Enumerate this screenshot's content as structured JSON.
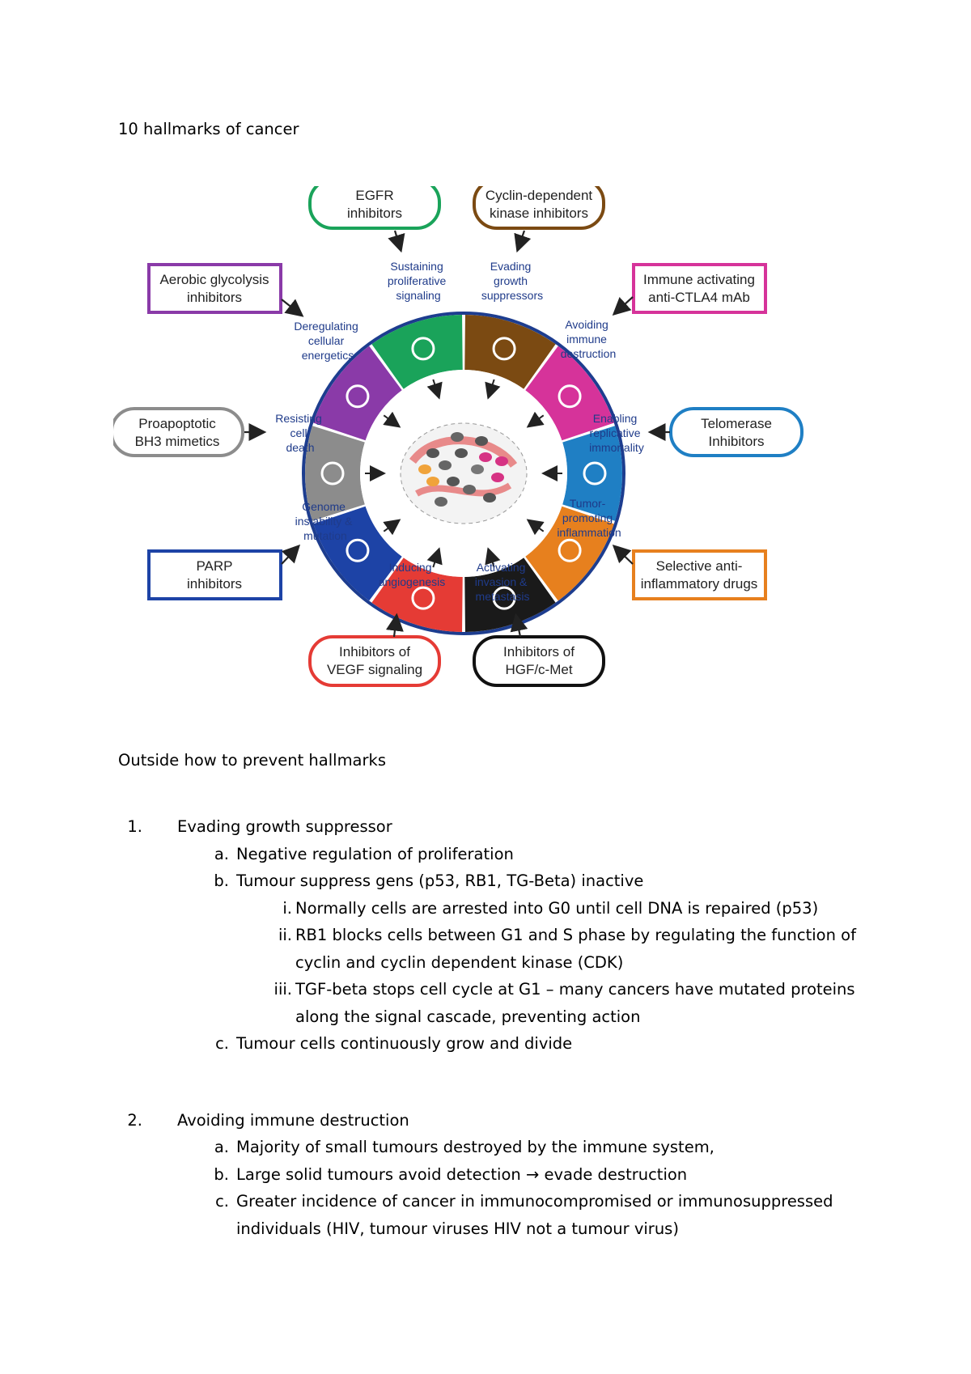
{
  "document": {
    "title": "10 hallmarks of cancer",
    "subtitle": "Outside how to prevent hallmarks"
  },
  "diagram": {
    "hallmark_labels": {
      "sustaining": [
        "Sustaining",
        "proliferative",
        "signaling"
      ],
      "evading": [
        "Evading",
        "growth",
        "suppressors"
      ],
      "avoiding": [
        "Avoiding",
        "immune",
        "destruction"
      ],
      "replicative": [
        "Enabling",
        "replicative",
        "immortality"
      ],
      "inflammation": [
        "Tumor-",
        "promoting",
        "inflammation"
      ],
      "invasion": [
        "Activating",
        "invasion &",
        "metastasis"
      ],
      "angiogenesis": [
        "Inducing",
        "angiogenesis"
      ],
      "genome": [
        "Genome",
        "instability &",
        "mutation"
      ],
      "resisting": [
        "Resisting",
        "cell",
        "death"
      ],
      "energetics": [
        "Deregulating",
        "cellular",
        "energetics"
      ]
    },
    "therapy_boxes": {
      "egfr": [
        "EGFR",
        "inhibitors"
      ],
      "cdk": [
        "Cyclin-dependent",
        "kinase inhibitors"
      ],
      "immune": [
        "Immune activating",
        "anti-CTLA4 mAb"
      ],
      "telomerase": [
        "Telomerase",
        "Inhibitors"
      ],
      "anti_inflammatory": [
        "Selective anti-",
        "inflammatory drugs"
      ],
      "hgf": [
        "Inhibitors of",
        "HGF/c-Met"
      ],
      "vegf": [
        "Inhibitors of",
        "VEGF signaling"
      ],
      "parp": [
        "PARP",
        "inhibitors"
      ],
      "bh3": [
        "Proapoptotic",
        "BH3 mimetics"
      ],
      "glycolysis": [
        "Aerobic glycolysis",
        "inhibitors"
      ]
    },
    "colors": {
      "sustaining": "#1aa35a",
      "evading": "#7b4a12",
      "avoiding": "#d6339a",
      "replicative": "#1f7fc4",
      "inflammation": "#e7801e",
      "invasion": "#1a1a1a",
      "angiogenesis": "#e53b35",
      "genome": "#1d43a6",
      "resisting": "#8c8c8c",
      "energetics": "#8a3aa8",
      "ring_outline": "#1d3d8f",
      "label_text": "#1f3b8a"
    }
  },
  "sections": [
    {
      "number": "1.",
      "heading": "Evading growth suppressor",
      "items": [
        {
          "marker": "a.",
          "lines": [
            "Negative regulation of proliferation"
          ]
        },
        {
          "marker": "b.",
          "lines": [
            "Tumour suppress gens (p53, RB1, TG-Beta) inactive"
          ],
          "subitems": [
            {
              "marker": "i.",
              "lines": [
                "Normally cells are arrested into G0 until cell DNA is repaired (p53)"
              ]
            },
            {
              "marker": "ii.",
              "lines": [
                "RB1 blocks cells between G1 and S phase by regulating the function of",
                "cyclin and cyclin dependent kinase (CDK)"
              ]
            },
            {
              "marker": "iii.",
              "lines": [
                "TGF-beta stops cell cycle at G1 – many cancers have mutated proteins",
                "along the signal cascade, preventing action"
              ]
            }
          ]
        },
        {
          "marker": "c.",
          "lines": [
            "Tumour cells continuously grow and divide"
          ]
        }
      ]
    },
    {
      "number": "2.",
      "heading": "Avoiding immune destruction",
      "items": [
        {
          "marker": "a.",
          "lines": [
            "Majority of small tumours destroyed by the immune system,"
          ]
        },
        {
          "marker": "b.",
          "lines": [
            "Large solid tumours avoid detection → evade destruction"
          ]
        },
        {
          "marker": "c.",
          "lines": [
            "Greater incidence of cancer in immunocompromised or immunosuppressed",
            "individuals (HIV, tumour viruses HIV not a tumour virus)"
          ]
        }
      ]
    }
  ]
}
